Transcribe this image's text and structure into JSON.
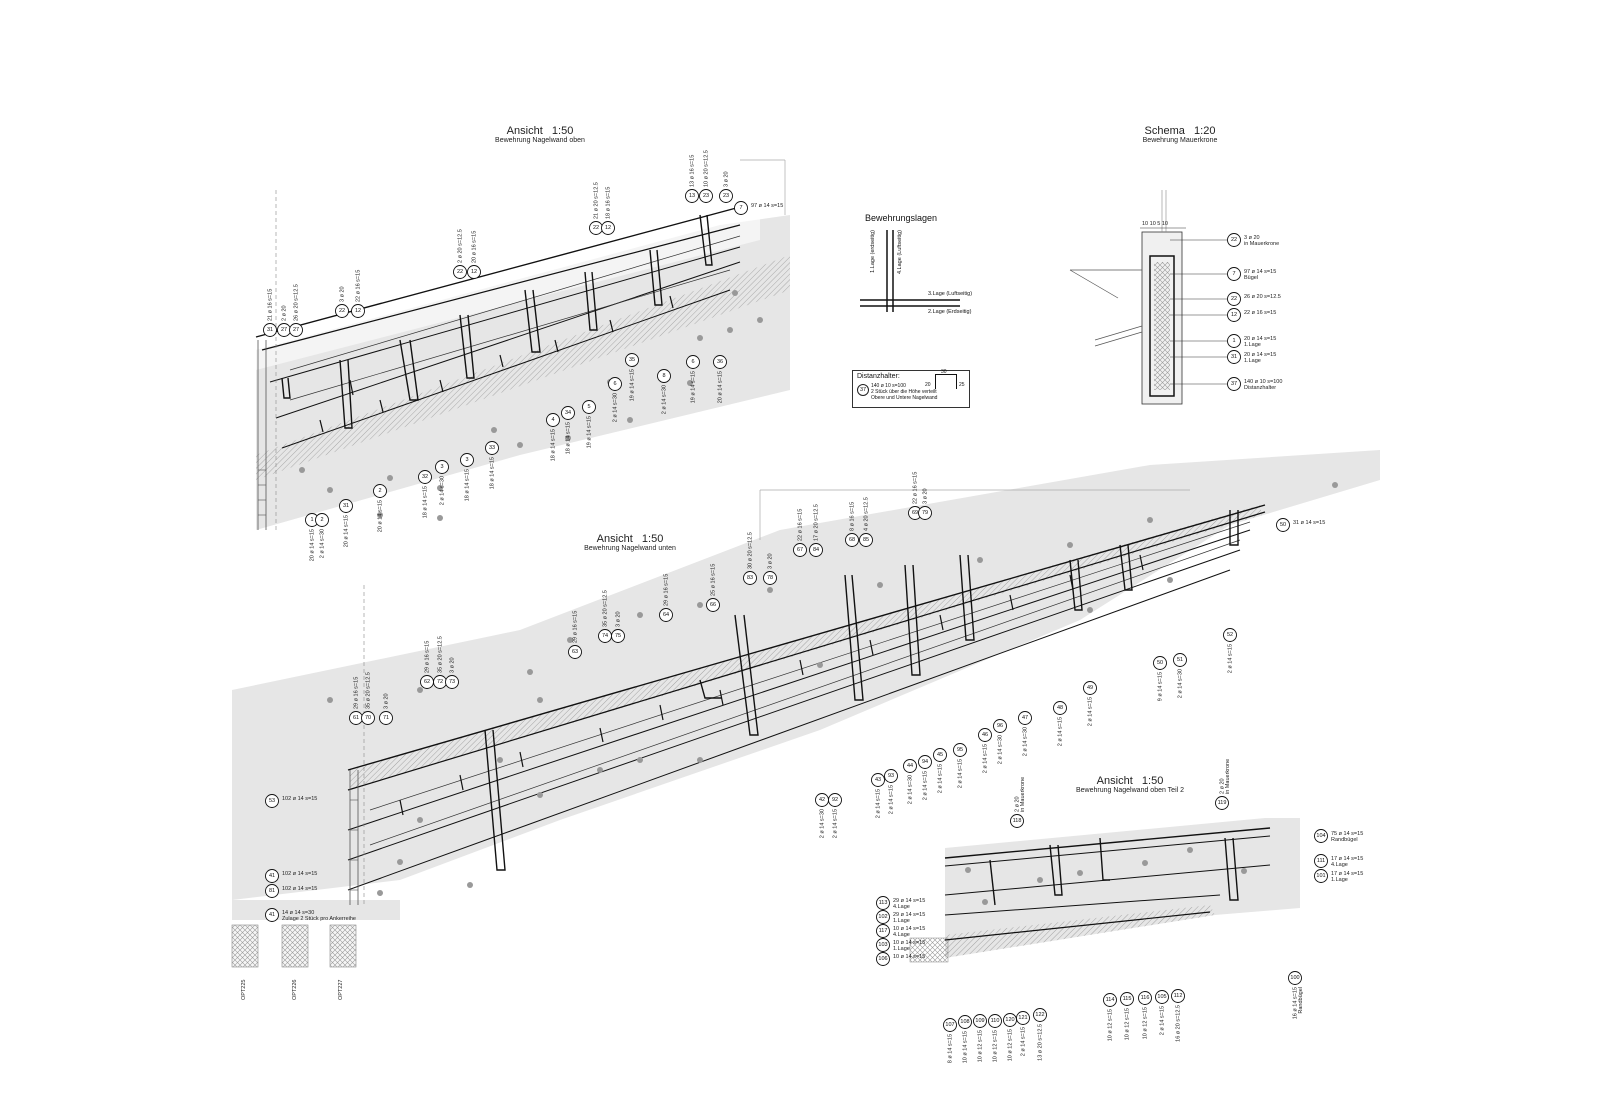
{
  "titles": {
    "top_left": {
      "main": "Ansicht   1:50",
      "sub": "Bewehrung Nagelwand oben"
    },
    "top_right": {
      "main": "Schema   1:20",
      "sub": "Bewehrung Mauerkrone"
    },
    "middle": {
      "main": "Ansicht   1:50",
      "sub": "Bewehrung Nagelwand unten"
    },
    "bottom_right": {
      "main": "Ansicht   1:50",
      "sub": "Bewehrung Nagelwand oben Teil 2"
    }
  },
  "layers": {
    "title": "Bewehrungslagen",
    "labels": [
      "1.Lage (erdseitig)",
      "4.Lage (Luftseitig)",
      "3.Lage (Luftseitig)",
      "2.Lage (Erdseitig)"
    ]
  },
  "spacer": {
    "title": "Distanzhalter:",
    "marker": "37",
    "lines": [
      "140 ø 10 s=100",
      "2 Stück über die Höhe verteilt",
      "Obere und Untere Nagelwand"
    ],
    "dims": [
      "30",
      "20",
      "25"
    ]
  },
  "schema_callouts": [
    {
      "num": "22",
      "text": "3 ø 20",
      "sub": "in Mauerkrone"
    },
    {
      "num": "7",
      "text": "97 ø 14 s=15",
      "sub": "Bügel"
    },
    {
      "num": "22",
      "text": "26 ø 20 s=12.5",
      "sub": ""
    },
    {
      "num": "12",
      "text": "22 ø 16 s=15",
      "sub": ""
    },
    {
      "num": "1",
      "text": "20 ø 14 s=15",
      "sub": "1.Lage"
    },
    {
      "num": "31",
      "text": "20 ø 14 s=15",
      "sub": "1.Lage"
    },
    {
      "num": "37",
      "text": "140 ø 10 s=100",
      "sub": "Distanzhalter"
    }
  ],
  "schema_dims": "10  10  5  10",
  "top_callout": {
    "num": "7",
    "text": "97 ø 14 s=15"
  },
  "middle_side_callouts": [
    {
      "num": "53",
      "text": "102 ø 14 s=15"
    },
    {
      "num": "41",
      "text": "102 ø 14 s=15"
    },
    {
      "num": "81",
      "text": "102 ø 14 s=15"
    },
    {
      "num": "41",
      "text": "14 ø 14 s=30",
      "sub": "Zulage 2 Stück pro Ankerreihe"
    }
  ],
  "middle_right_callout": {
    "num": "50",
    "text": "31 ø 14 s=15"
  },
  "bottom_right_callouts": [
    {
      "num": "104",
      "text": "75 ø 14 s=15",
      "sub": "Randbügel"
    },
    {
      "num": "111",
      "text": "17 ø 14 s=15",
      "sub": "4.Lage"
    },
    {
      "num": "101",
      "text": "17 ø 14 s=15",
      "sub": "1.Lage"
    }
  ],
  "bottom_left_callouts": [
    {
      "num": "113",
      "text": "29 ø 14 s=15",
      "sub": "4.Lage"
    },
    {
      "num": "102",
      "text": "29 ø 14 s=15",
      "sub": "1.Lage"
    },
    {
      "num": "117",
      "text": "10 ø 14 s=15",
      "sub": "4.Lage"
    },
    {
      "num": "103",
      "text": "10 ø 14 s=15",
      "sub": "1.Lage"
    },
    {
      "num": "106",
      "text": "10 ø 14 s=15",
      "sub": ""
    }
  ],
  "top_rotated": [
    {
      "num": "31",
      "text": "21 ø 16 s=15"
    },
    {
      "num": "27",
      "text": "2 ø 20"
    },
    {
      "num": "27",
      "text": "26 ø 20 s=12.5"
    },
    {
      "num": "22",
      "text": "3 ø 20"
    },
    {
      "num": "12",
      "text": "22 ø 16 s=15"
    },
    {
      "num": "22",
      "text": "2 ø 20 s=12.5"
    },
    {
      "num": "12",
      "text": "20 ø 16 s=15"
    },
    {
      "num": "22",
      "text": "21 ø 20 s=12.5"
    },
    {
      "num": "12",
      "text": "18 ø 16 s=15"
    },
    {
      "num": "13",
      "text": "13 ø 16 s=15"
    },
    {
      "num": "23",
      "text": "10 ø 20 s=12.5"
    },
    {
      "num": "23",
      "text": "3 ø 20"
    }
  ],
  "top_bottom_rotated": [
    {
      "num": "1",
      "text": "20 ø 14 s=15"
    },
    {
      "num": "2",
      "text": "2 ø 14 s=30"
    },
    {
      "num": "31",
      "text": "20 ø 14 s=15"
    },
    {
      "num": "2",
      "text": "20 ø 14 s=15"
    },
    {
      "num": "32",
      "text": "18 ø 14 s=15"
    },
    {
      "num": "3",
      "text": "2 ø 14 s=30"
    },
    {
      "num": "3",
      "text": "18 ø 14 s=15"
    },
    {
      "num": "33",
      "text": "18 ø 14 s=15"
    },
    {
      "num": "4",
      "text": "18 ø 14 s=15"
    },
    {
      "num": "34",
      "text": "18 ø 14 s=15"
    },
    {
      "num": "5",
      "text": "19 ø 14 s=15"
    },
    {
      "num": "6",
      "text": "2 ø 14 s=30"
    },
    {
      "num": "35",
      "text": "19 ø 14 s=15"
    },
    {
      "num": "8",
      "text": "2 ø 14 s=30"
    },
    {
      "num": "6",
      "text": "19 ø 14 s=15"
    },
    {
      "num": "36",
      "text": "20 ø 14 s=15"
    }
  ],
  "middle_top_rotated": [
    {
      "num": "61",
      "text": "29 ø 16 s=15"
    },
    {
      "num": "70",
      "text": "35 ø 20 s=12.5"
    },
    {
      "num": "71",
      "text": "3 ø 20"
    },
    {
      "num": "62",
      "text": "29 ø 16 s=15"
    },
    {
      "num": "72",
      "text": "35 ø 20 s=12.5"
    },
    {
      "num": "73",
      "text": "3 ø 20"
    },
    {
      "num": "63",
      "text": "29 ø 16 s=15"
    },
    {
      "num": "74",
      "text": "35 ø 20 s=12.5"
    },
    {
      "num": "75",
      "text": "3 ø 20"
    },
    {
      "num": "64",
      "text": "29 ø 16 s=15"
    },
    {
      "num": "66",
      "text": "25 ø 16 s=15"
    },
    {
      "num": "83",
      "text": "30 ø 20 s=12.5"
    },
    {
      "num": "78",
      "text": "3 ø 20"
    },
    {
      "num": "67",
      "text": "22 ø 16 s=15"
    },
    {
      "num": "84",
      "text": "17 ø 20 s=12.5"
    },
    {
      "num": "68",
      "text": "8 ø 16 s=15"
    },
    {
      "num": "85",
      "text": "4 ø 20 s=12.5"
    },
    {
      "num": "69",
      "text": "22 ø 16 s=15"
    },
    {
      "num": "79",
      "text": "3 ø 20"
    }
  ],
  "middle_bottom_rotated": [
    {
      "num": "42",
      "text": "2 ø 14 s=30"
    },
    {
      "num": "92",
      "text": "2 ø 14 s=15"
    },
    {
      "num": "43",
      "text": "2 ø 14 s=15"
    },
    {
      "num": "93",
      "text": "2 ø 14 s=15"
    },
    {
      "num": "44",
      "text": "2 ø 14 s=30"
    },
    {
      "num": "94",
      "text": "2 ø 14 s=15"
    },
    {
      "num": "45",
      "text": "2 ø 14 s=15"
    },
    {
      "num": "95",
      "text": "2 ø 14 s=15"
    },
    {
      "num": "46",
      "text": "2 ø 14 s=15"
    },
    {
      "num": "96",
      "text": "2 ø 14 s=30"
    },
    {
      "num": "47",
      "text": "2 ø 14 s=30"
    },
    {
      "num": "48",
      "text": "2 ø 14 s=15"
    },
    {
      "num": "49",
      "text": "2 ø 14 s=15"
    },
    {
      "num": "50",
      "text": "9 ø 14 s=15"
    },
    {
      "num": "51",
      "text": "2 ø 14 s=30"
    },
    {
      "num": "52",
      "text": "2 ø 14 s=15"
    }
  ],
  "bottom_rotated": [
    {
      "num": "118",
      "text": "2 ø 20",
      "sub": "in Mauerkrone"
    },
    {
      "num": "119",
      "text": "2 ø 20",
      "sub": "in Mauerkrone"
    },
    {
      "num": "107",
      "text": "8 ø 14 s=15"
    },
    {
      "num": "108",
      "text": "10 ø 14 s=15"
    },
    {
      "num": "109",
      "text": "10 ø 12 s=15"
    },
    {
      "num": "110",
      "text": "10 ø 12 s=15"
    },
    {
      "num": "120",
      "text": "10 ø 12 s=15"
    },
    {
      "num": "121",
      "text": "2 ø 14 s=15"
    },
    {
      "num": "122",
      "text": "13 ø 20 s=12.5"
    },
    {
      "num": "114",
      "text": "10 ø 12 s=15"
    },
    {
      "num": "115",
      "text": "10 ø 12 s=15"
    },
    {
      "num": "116",
      "text": "10 ø 12 s=15"
    },
    {
      "num": "105",
      "text": "2 ø 14 s=15"
    },
    {
      "num": "112",
      "text": "16 ø 20 s=12.5"
    },
    {
      "num": "100",
      "text": "16 ø 14 s=15",
      "sub": "Randbügel"
    }
  ],
  "pile_labels": [
    "OPT225",
    "OPT226",
    "OPT227"
  ]
}
